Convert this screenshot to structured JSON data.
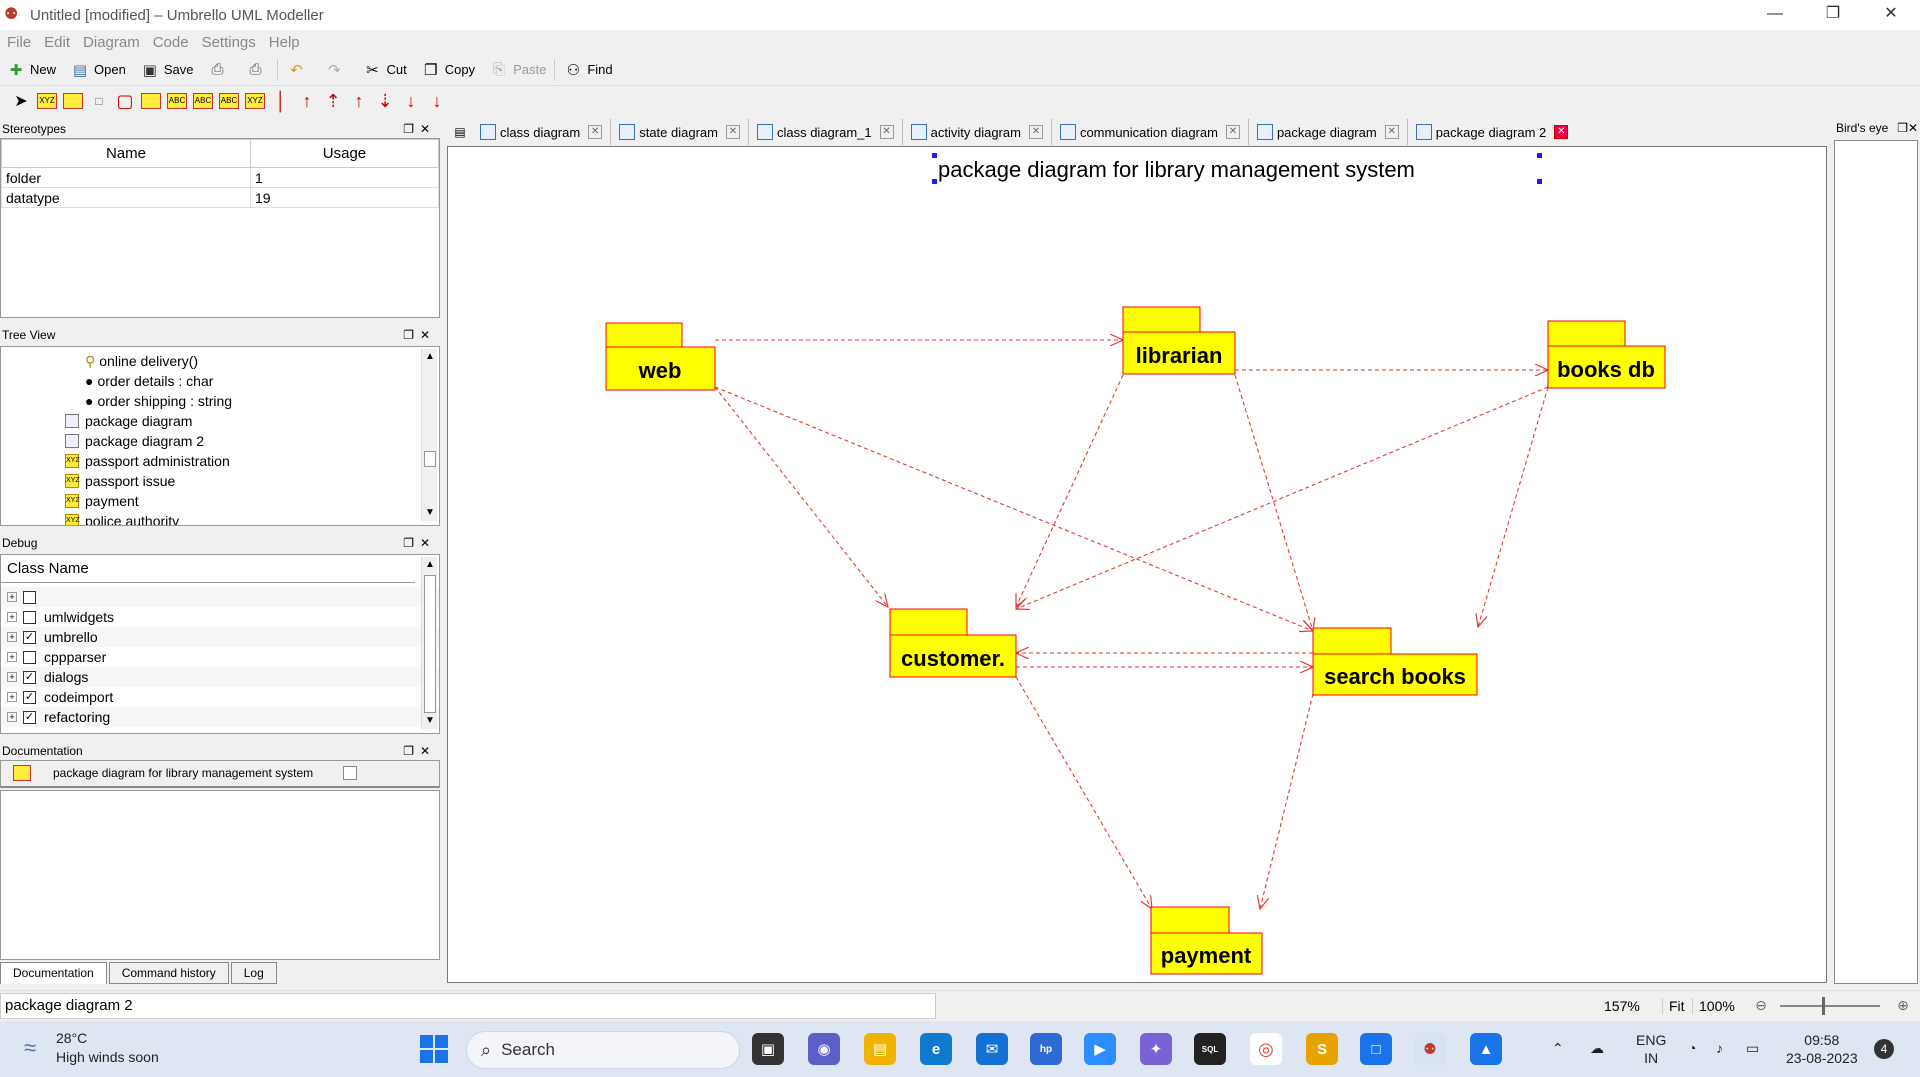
{
  "window": {
    "title": "Untitled [modified] – Umbrello UML Modeller",
    "controls": [
      "—",
      "❐",
      "✕"
    ]
  },
  "menu": [
    "File",
    "Edit",
    "Diagram",
    "Code",
    "Settings",
    "Help"
  ],
  "toolbar": {
    "new": "New",
    "open": "Open",
    "save": "Save",
    "cut": "Cut",
    "copy": "Copy",
    "paste": "Paste",
    "find": "Find"
  },
  "stereotypes": {
    "title": "Stereotypes",
    "columns": [
      "Name",
      "Usage"
    ],
    "rows": [
      {
        "name": "folder",
        "usage": "1"
      },
      {
        "name": "datatype",
        "usage": "19"
      }
    ]
  },
  "tree_view": {
    "title": "Tree View",
    "items": [
      {
        "label": "online delivery()",
        "icon": "operation-icon"
      },
      {
        "label": "order details : char",
        "icon": "attribute-icon"
      },
      {
        "label": "order shipping : string",
        "icon": "attribute-icon"
      },
      {
        "label": "package diagram",
        "icon": "diagram-icon"
      },
      {
        "label": "package diagram 2",
        "icon": "diagram-icon"
      },
      {
        "label": "passport administration",
        "icon": "class-icon"
      },
      {
        "label": "passport issue",
        "icon": "class-icon"
      },
      {
        "label": "payment",
        "icon": "class-icon"
      },
      {
        "label": "police authority",
        "icon": "class-icon"
      }
    ]
  },
  "debug": {
    "title": "Debug",
    "header": "Class Name",
    "rows": [
      {
        "label": "",
        "checked": false
      },
      {
        "label": "umlwidgets",
        "checked": false
      },
      {
        "label": "umbrello",
        "checked": true
      },
      {
        "label": "cppparser",
        "checked": false
      },
      {
        "label": "dialogs",
        "checked": true
      },
      {
        "label": "codeimport",
        "checked": true
      },
      {
        "label": "refactoring",
        "checked": true
      }
    ]
  },
  "documentation": {
    "title": "Documentation",
    "entry": "package diagram for library management system"
  },
  "bottom_tabs": [
    "Documentation",
    "Command history",
    "Log"
  ],
  "diagram_tabs": [
    {
      "label": "class diagram",
      "active": false
    },
    {
      "label": "state diagram",
      "active": false
    },
    {
      "label": "class diagram_1",
      "active": false
    },
    {
      "label": "activity diagram",
      "active": false
    },
    {
      "label": "communication diagram",
      "active": false
    },
    {
      "label": "package diagram",
      "active": false
    },
    {
      "label": "package diagram 2",
      "active": true
    }
  ],
  "diagram": {
    "title": "package diagram for library management system",
    "packages": {
      "web": "web",
      "librarian": "librarian",
      "books_db": "books db",
      "customer": "customer.",
      "search_books": "search books",
      "payment": "payment"
    },
    "colors": {
      "fill": "#ffff00",
      "border": "#ff0000",
      "arrow": "#e53935"
    }
  },
  "birds_eye": {
    "title": "Bird's eye"
  },
  "status": {
    "label": "package diagram 2",
    "zoom": "157%",
    "fit": "Fit",
    "full": "100%"
  },
  "taskbar": {
    "temp": "28°C",
    "weather": "High winds soon",
    "search": "Search",
    "lang1": "ENG",
    "lang2": "IN",
    "time": "09:58",
    "date": "23-08-2023",
    "badge": "4"
  }
}
